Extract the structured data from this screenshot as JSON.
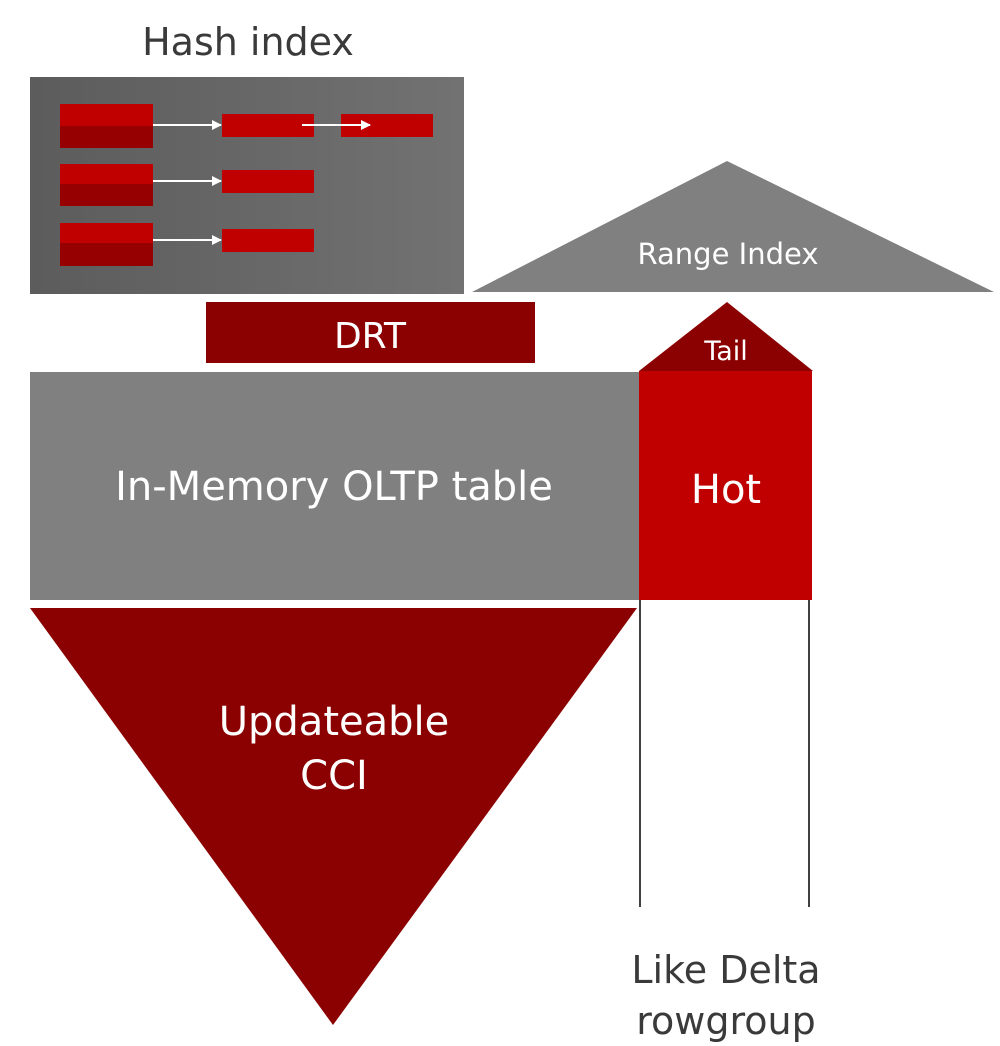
{
  "hash_index": {
    "title": "Hash index",
    "chains": [
      3,
      2,
      2
    ]
  },
  "range_index": {
    "label": "Range Index"
  },
  "drt": {
    "label": "DRT"
  },
  "oltp_table": {
    "label": "In-Memory OLTP table"
  },
  "tail": {
    "label": "Tail"
  },
  "hot": {
    "label": "Hot"
  },
  "cci": {
    "line1": "Updateable",
    "line2": "CCI"
  },
  "delta": {
    "line1": "Like Delta",
    "line2": "rowgroup"
  },
  "colors": {
    "panel_dark": "#5f5f5f",
    "panel_light": "#6e6e6e",
    "gray": "#808080",
    "red": "#c00000",
    "dark_red": "#8b0000",
    "bucket_bottom": "#960000",
    "arrow": "#ffffff",
    "text_dark": "#3a3a3a",
    "text_light": "#ffffff",
    "line": "#404040"
  }
}
